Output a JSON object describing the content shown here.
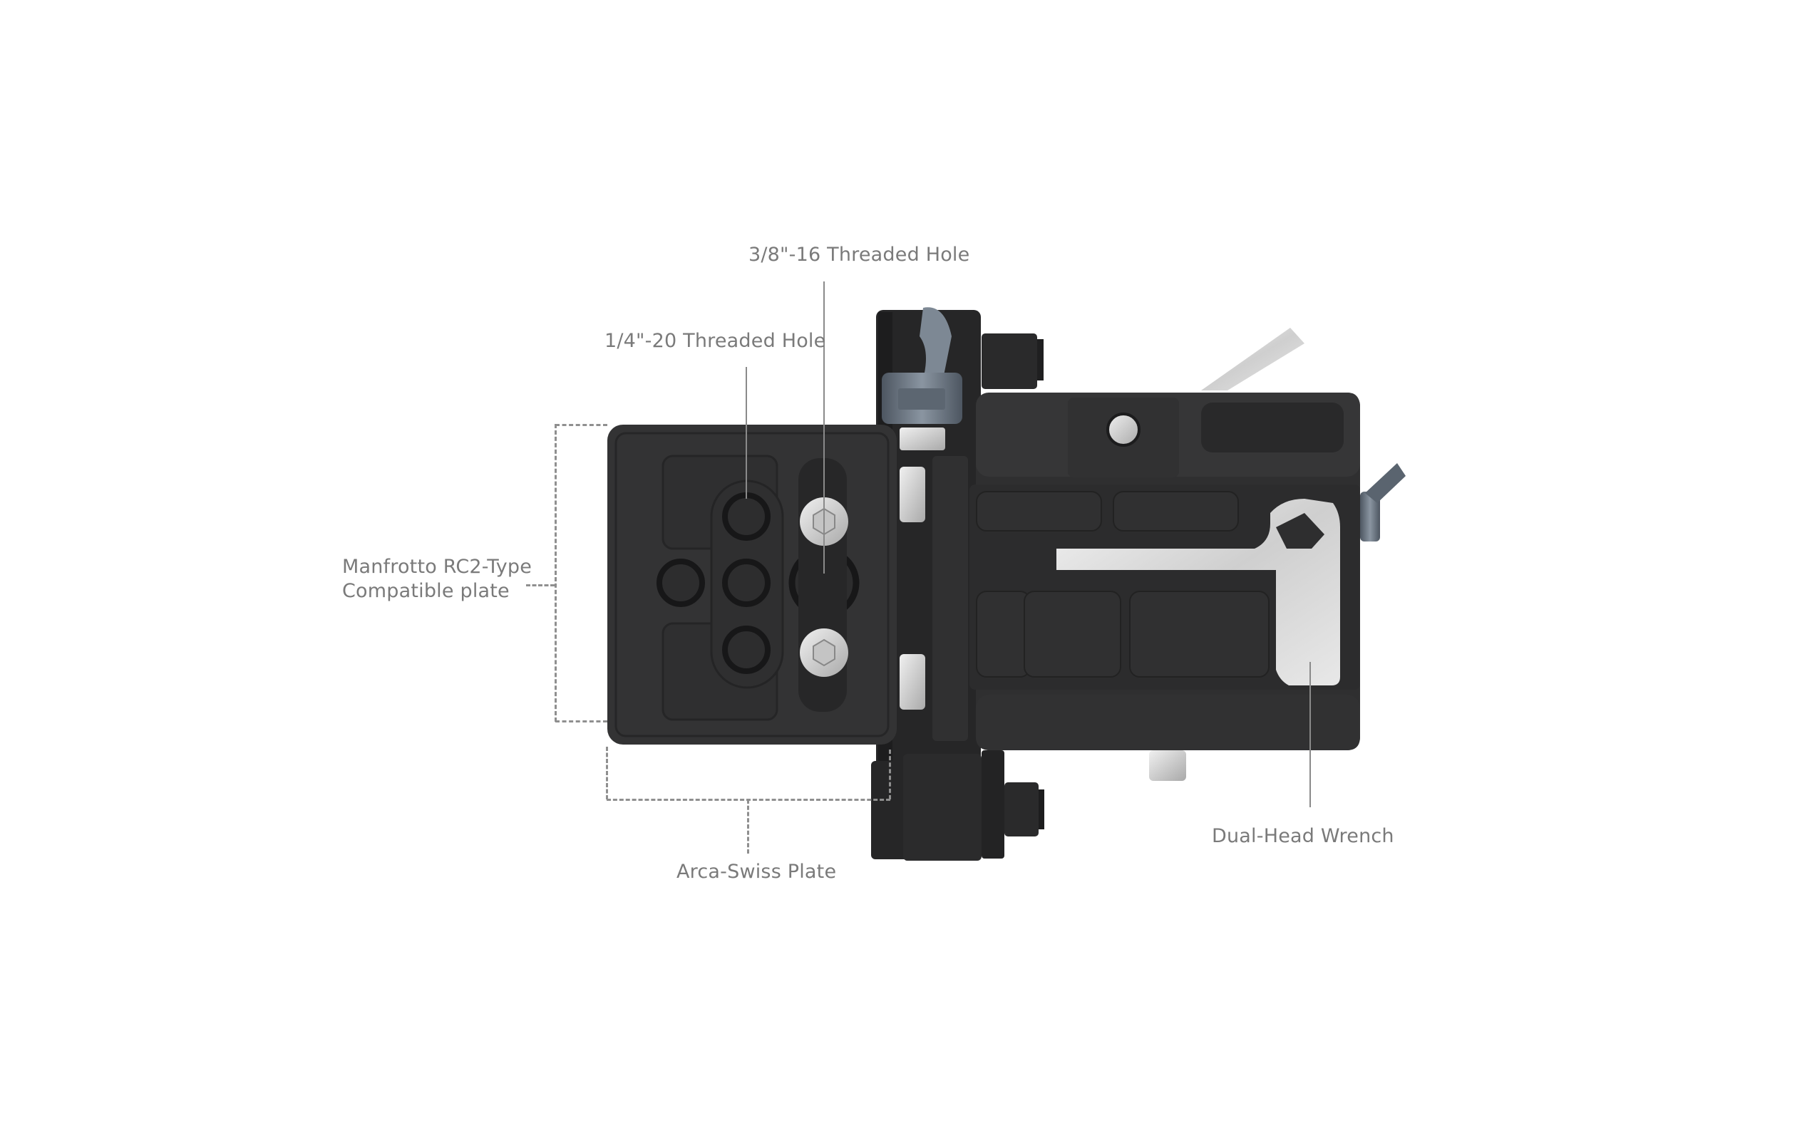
{
  "callouts": {
    "threaded_hole_3_8": "3/8\"-16 Threaded Hole",
    "threaded_hole_1_4": "1/4\"-20 Threaded Hole",
    "manfrotto_line1": "Manfrotto RC2-Type",
    "manfrotto_line2": "Compatible plate",
    "arca_swiss": "Arca-Swiss Plate",
    "dual_head_wrench": "Dual-Head Wrench"
  },
  "colors": {
    "background": "#ffffff",
    "label_text": "#7a7a7a",
    "leader_line": "#8a8a8a",
    "body_dark": "#2e2e2f",
    "body_mid": "#3a3a3b",
    "metal_silver": "#d6d6d6",
    "knob_blue_gray": "#6f7a86"
  }
}
